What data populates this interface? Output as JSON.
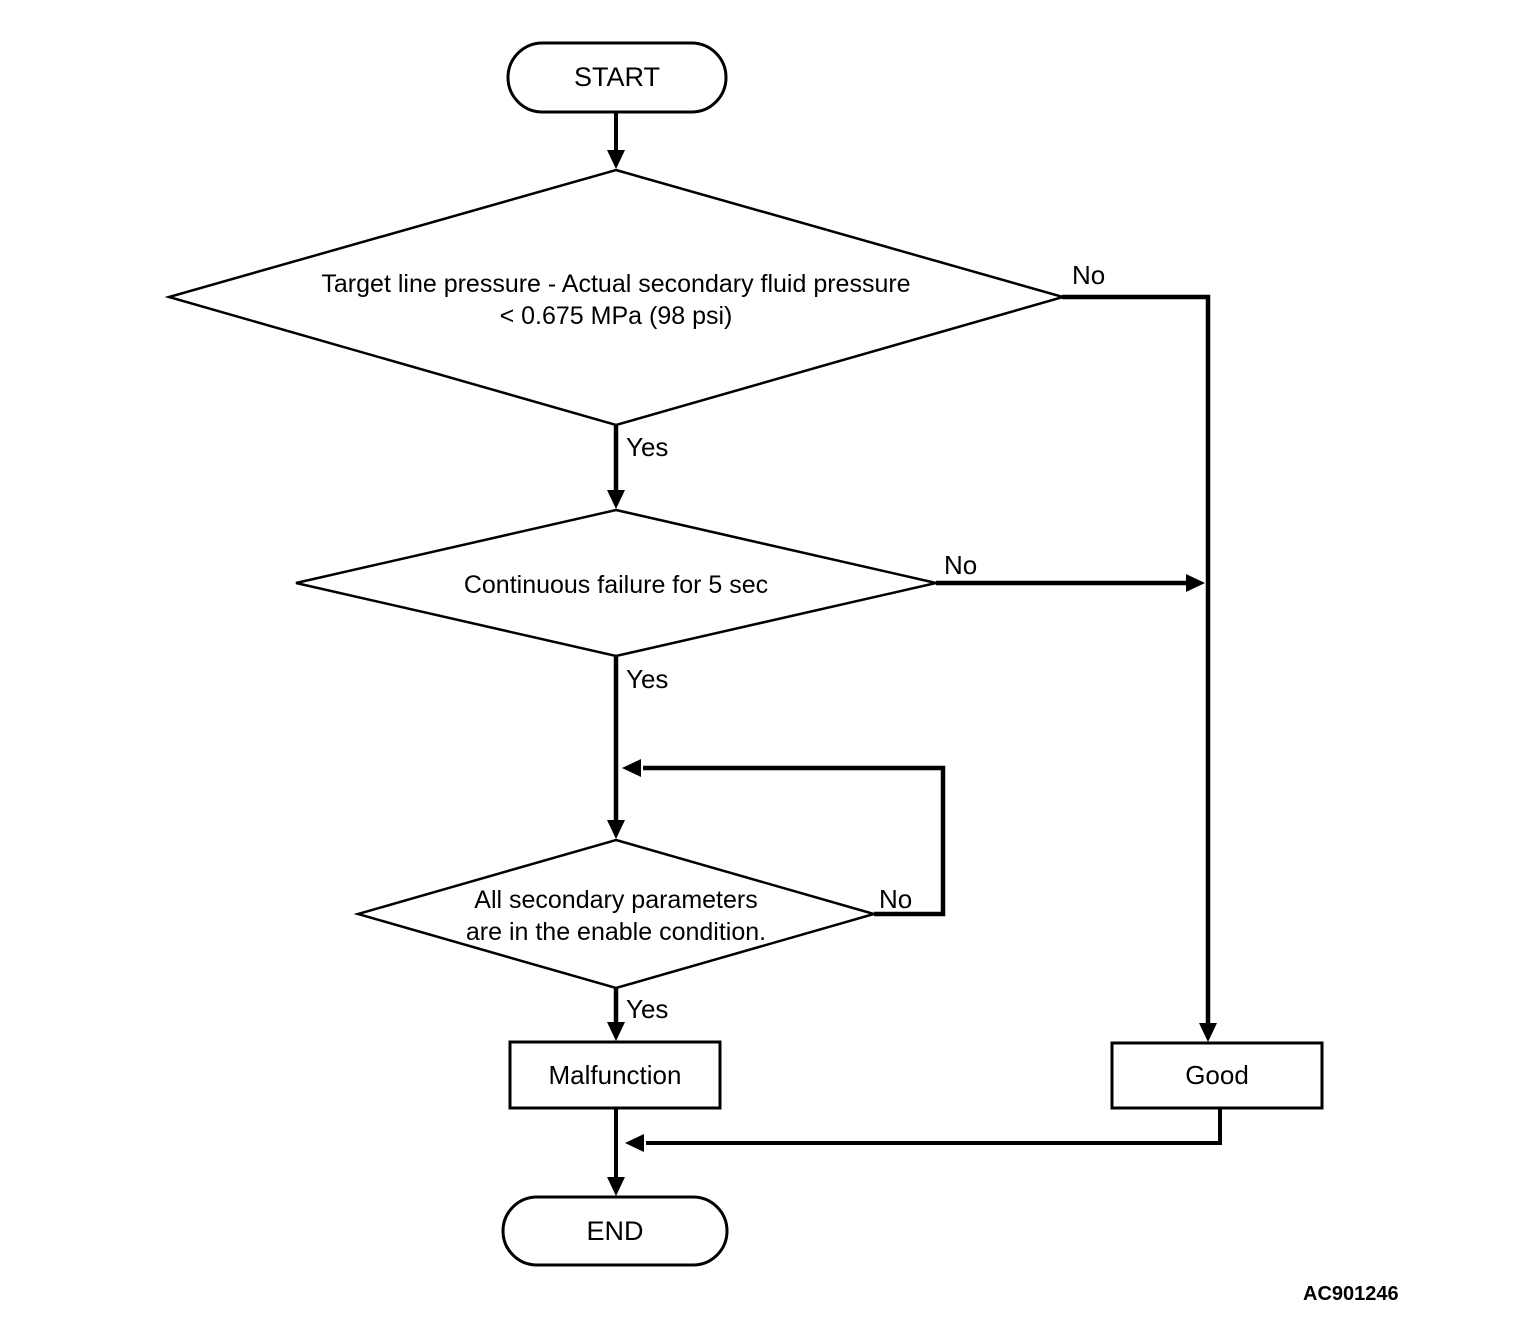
{
  "diagram": {
    "nodes": {
      "start": "START",
      "decision1_line1": "Target line pressure - Actual secondary fluid pressure",
      "decision1_line2": "< 0.675 MPa (98 psi)",
      "decision2": "Continuous failure for 5 sec",
      "decision3_line1": "All secondary parameters",
      "decision3_line2": "are in the enable condition.",
      "malfunction": "Malfunction",
      "good": "Good",
      "end": "END"
    },
    "edges": {
      "decision1_no": "No",
      "decision1_yes": "Yes",
      "decision2_no": "No",
      "decision2_yes": "Yes",
      "decision3_no": "No",
      "decision3_yes": "Yes"
    },
    "figure_id": "AC901246",
    "colors": {
      "line": "#000000",
      "background": "#ffffff"
    }
  }
}
